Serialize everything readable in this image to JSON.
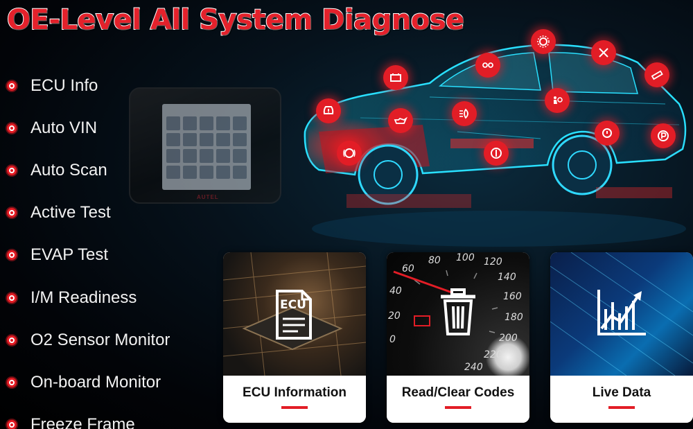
{
  "title": "OE-Level All System Diagnose",
  "features": [
    "ECU Info",
    "Auto VIN",
    "Auto Scan",
    "Active Test",
    "EVAP Test",
    "I/M Readiness",
    "O2 Sensor Monitor",
    "On-board Monitor",
    "Freeze Frame"
  ],
  "device": {
    "brand": "AUTEL"
  },
  "car_icons": [
    "tpms-icon",
    "battery-icon",
    "oil-icon",
    "abs-icon",
    "headlight-icon",
    "seat-icon",
    "engine-icon",
    "steering-icon",
    "transmission-icon",
    "sas-icon",
    "brake-icon",
    "parking-brake-icon"
  ],
  "cards": [
    {
      "label": "ECU Information",
      "icon_text": "ECU",
      "icon": "ecu-document-icon"
    },
    {
      "label": "Read/Clear Codes",
      "icon": "trash-icon"
    },
    {
      "label": "Live Data",
      "icon": "chart-icon"
    }
  ],
  "speedometer_ticks": [
    "60",
    "80",
    "100",
    "120",
    "140",
    "160",
    "180",
    "200",
    "220",
    "240",
    "40",
    "20",
    "0"
  ],
  "colors": {
    "accent": "#e21d26",
    "background": "#000000",
    "text": "#f2f2f2"
  }
}
